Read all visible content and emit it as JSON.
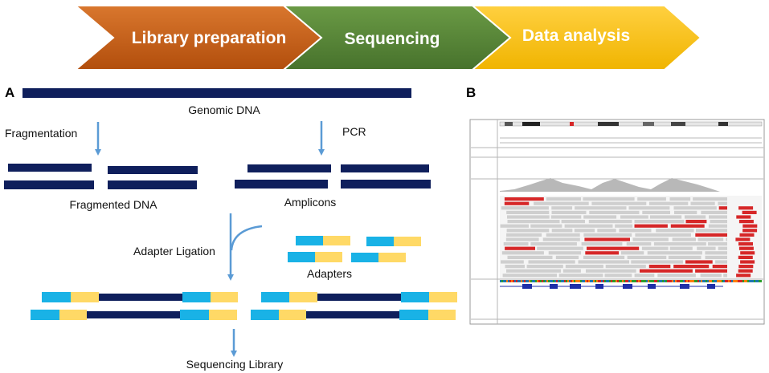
{
  "workflow": {
    "steps": [
      "Library preparation",
      "Sequencing",
      "Data analysis"
    ],
    "colors": [
      "#c55a11",
      "#548235",
      "#ffc000"
    ]
  },
  "panel_a": {
    "label": "A",
    "genomic_dna": "Genomic DNA",
    "fragmentation": "Fragmentation",
    "fragmented_dna": "Fragmented DNA",
    "pcr": "PCR",
    "amplicons": "Amplicons",
    "adapter_ligation": "Adapter Ligation",
    "adapters": "Adapters",
    "sequencing_library": "Sequencing Library"
  },
  "panel_b": {
    "label": "B"
  },
  "colors": {
    "dna": "#0f1f5c",
    "adapter_blue": "#19b2e6",
    "adapter_yellow": "#ffd966",
    "arrow": "#5b9bd5",
    "read_gray": "#cfcfcf",
    "read_red": "#d62728"
  }
}
